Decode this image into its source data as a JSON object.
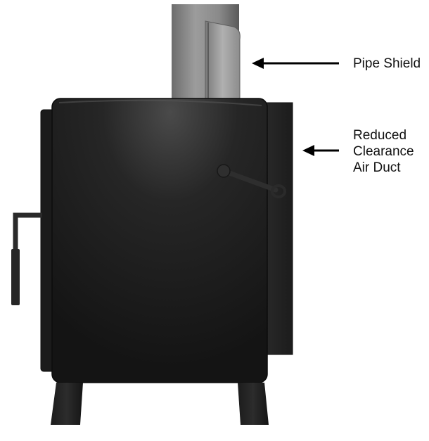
{
  "callouts": {
    "pipe_shield": {
      "label": "Pipe Shield"
    },
    "air_duct": {
      "lines": [
        "Reduced",
        "Clearance",
        "Air Duct"
      ]
    }
  },
  "colors": {
    "background": "#ffffff",
    "stove_body": "#1a1a1a",
    "stove_highlight": "#3a3a3a",
    "pipe": "#8a8a8a",
    "arrow": "#000000",
    "label_text": "#111111"
  }
}
